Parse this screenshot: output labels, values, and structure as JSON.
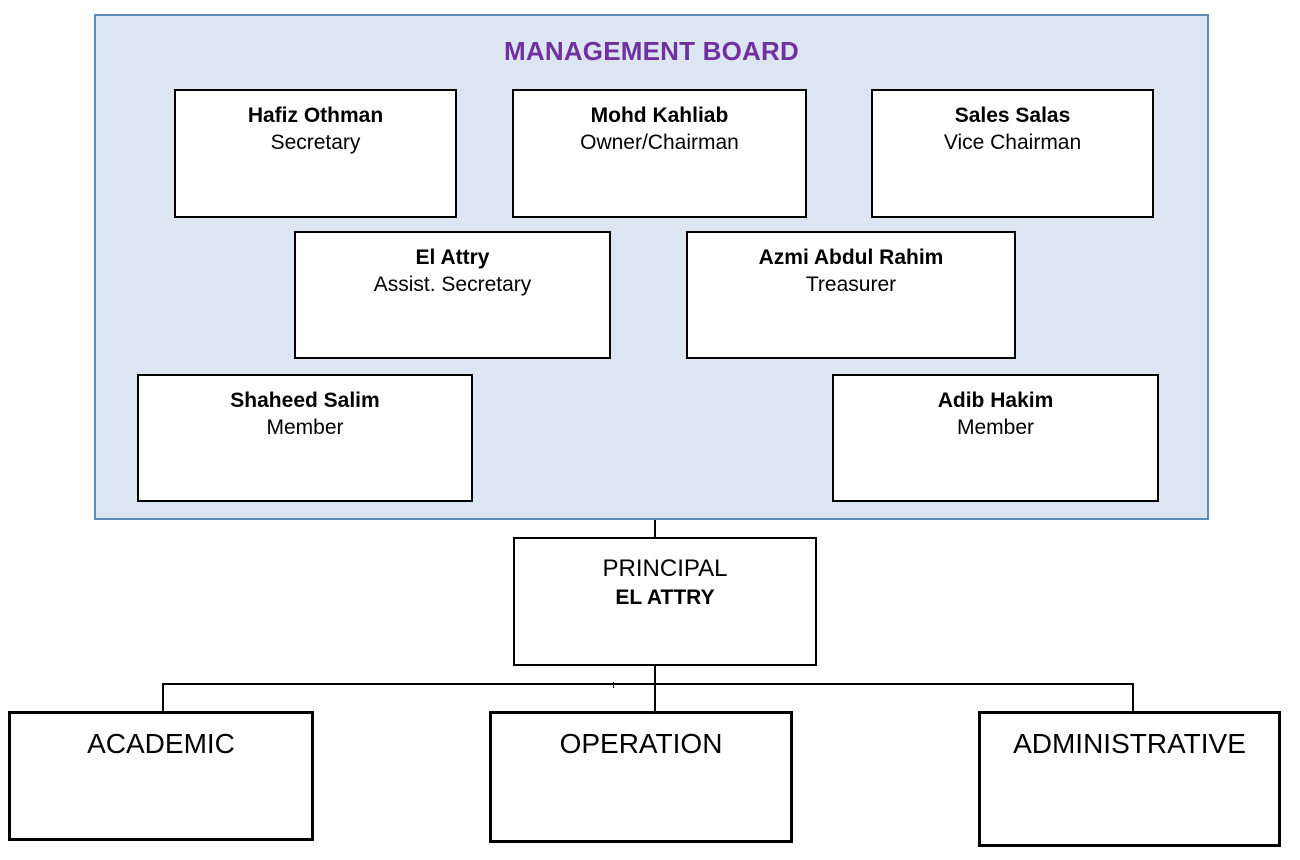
{
  "chart": {
    "type": "org-chart",
    "board": {
      "title": "MANAGEMENT BOARD",
      "title_color": "#7030A0",
      "panel_fill": "#DCE6F2",
      "panel_border": "#5B8DB8",
      "members": [
        {
          "name": "Hafiz Othman",
          "role": "Secretary"
        },
        {
          "name": "Mohd Kahliab",
          "role": "Owner/Chairman"
        },
        {
          "name": "Sales Salas",
          "role": "Vice Chairman"
        },
        {
          "name": "El Attry",
          "role": "Assist. Secretary"
        },
        {
          "name": "Azmi Abdul Rahim",
          "role": "Treasurer"
        },
        {
          "name": "Shaheed Salim",
          "role": "Member"
        },
        {
          "name": "Adib Hakim",
          "role": "Member"
        }
      ]
    },
    "principal": {
      "title": "PRINCIPAL",
      "name": "EL ATTRY"
    },
    "divisions": [
      {
        "label": "ACADEMIC"
      },
      {
        "label": "OPERATION"
      },
      {
        "label": "ADMINISTRATIVE"
      }
    ]
  }
}
